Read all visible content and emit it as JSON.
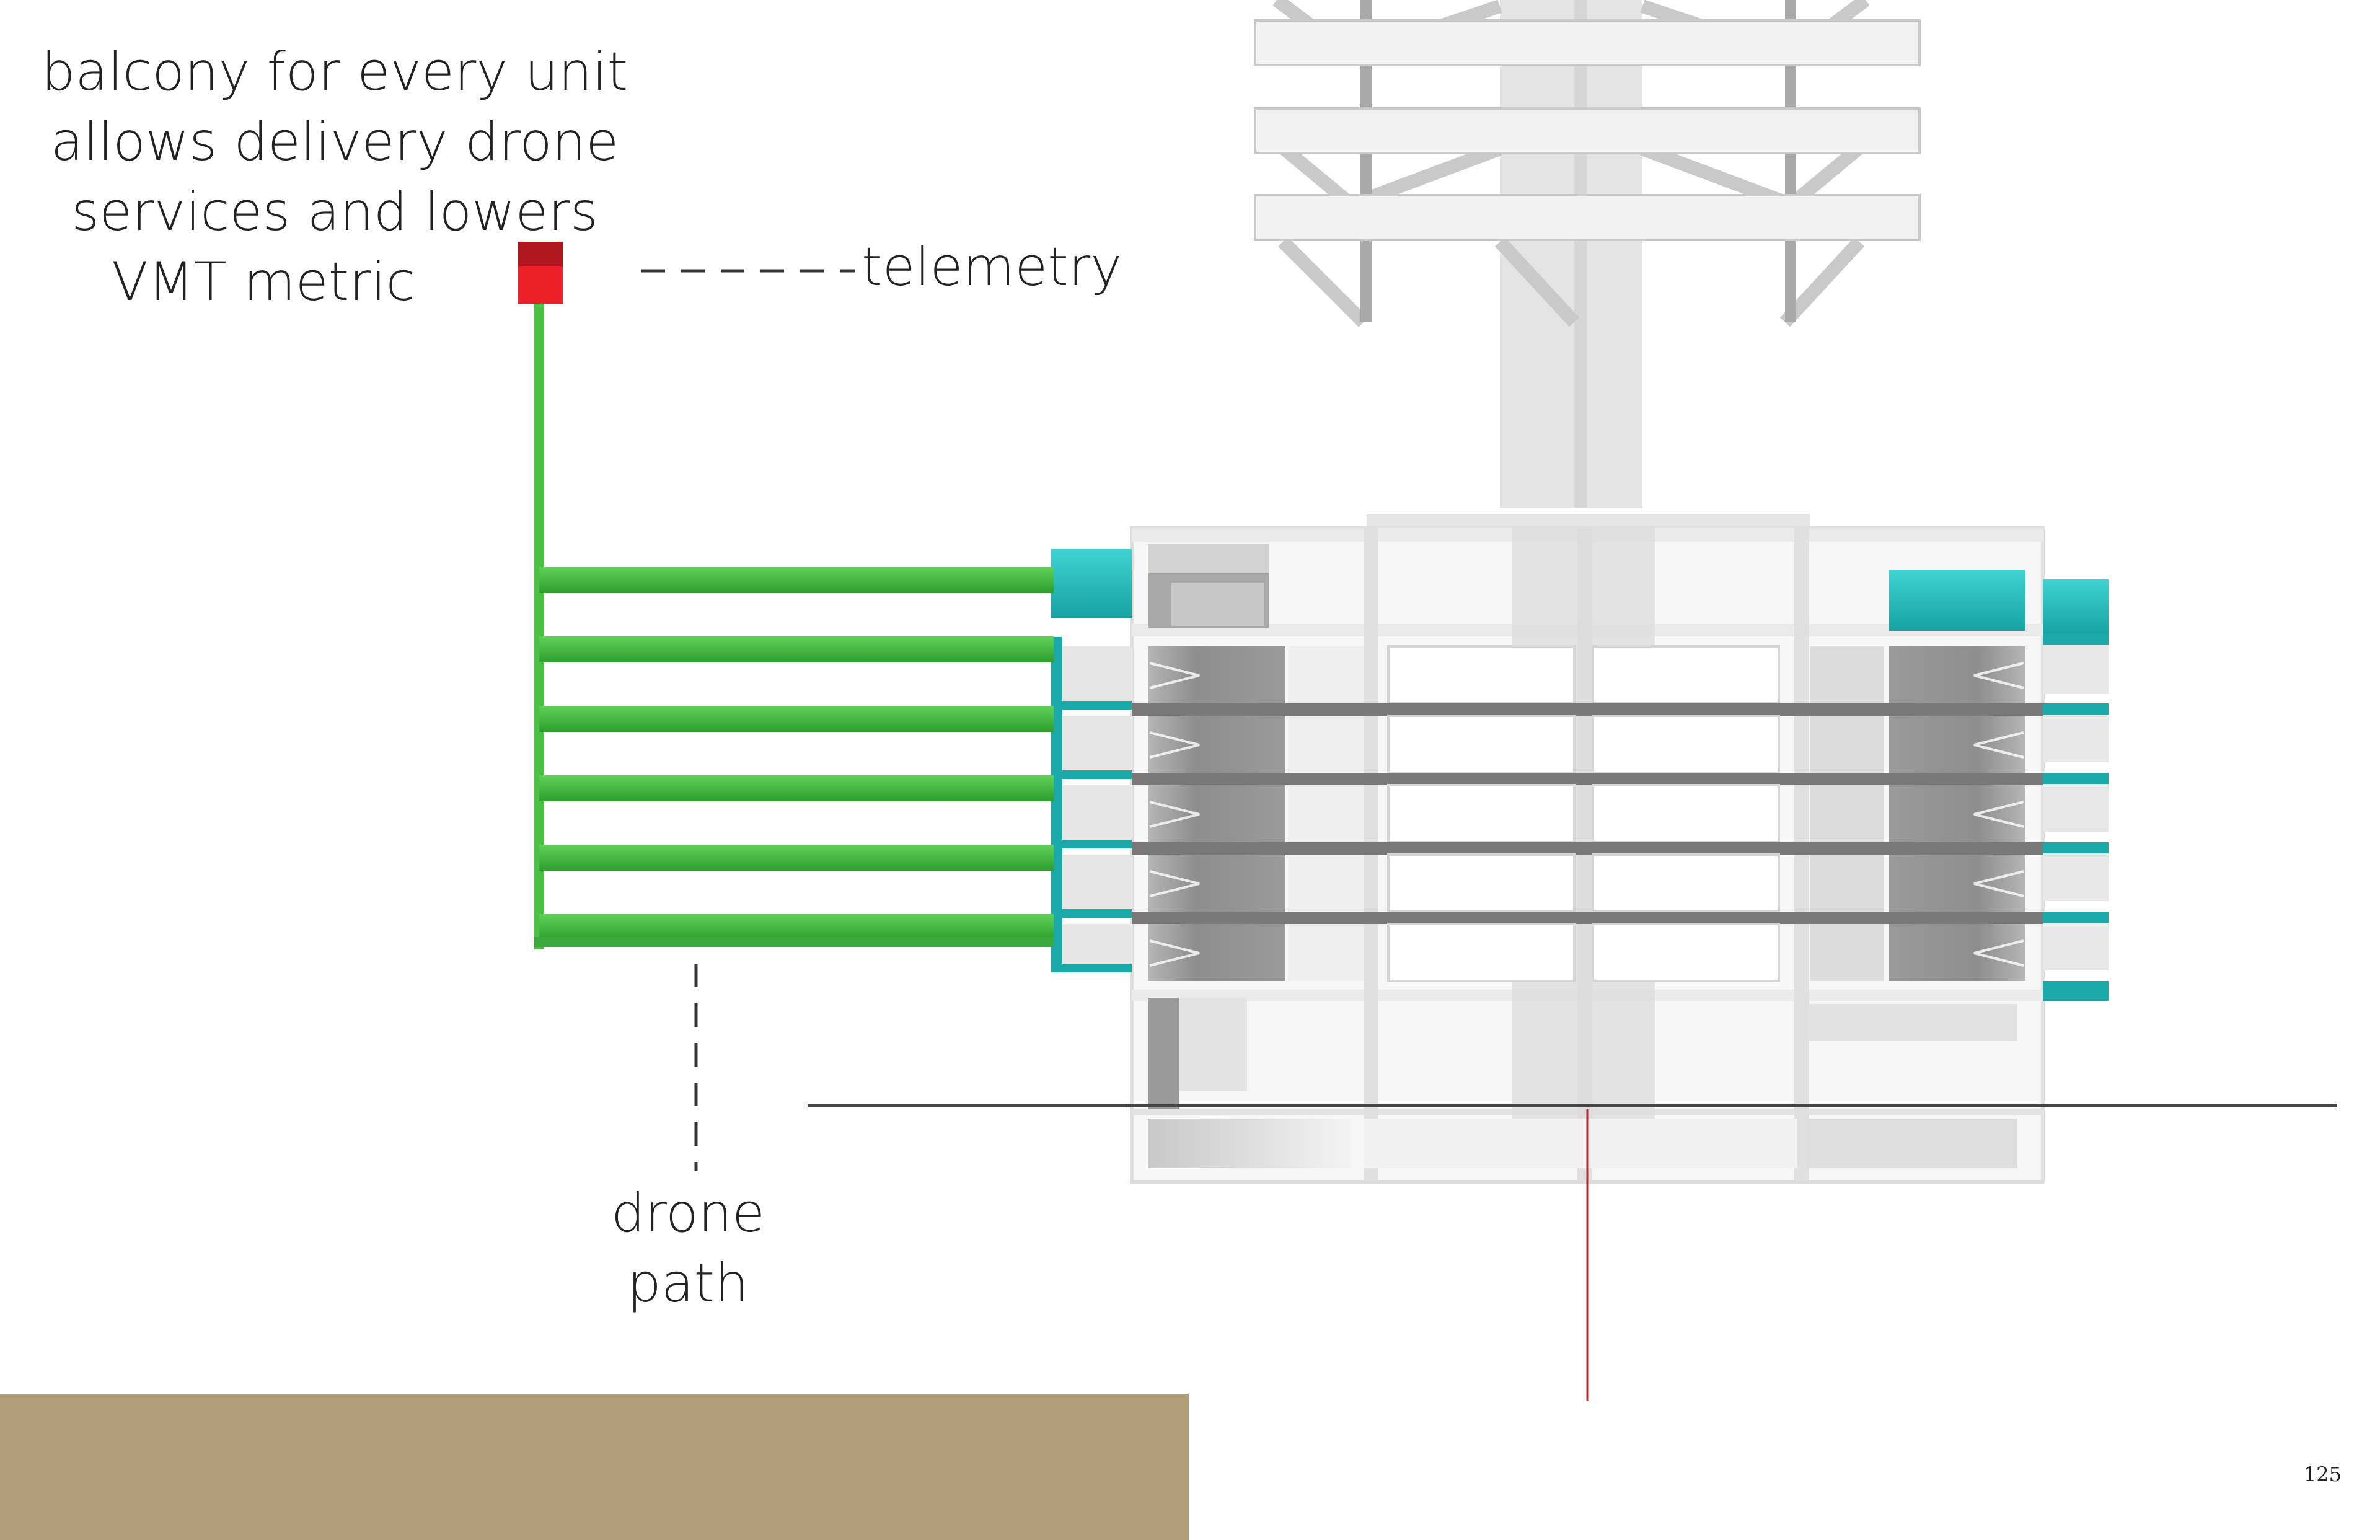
{
  "captions": {
    "balcony_lines": [
      "balcony for every unit",
      "allows delivery drone",
      "services and lowers",
      "VMT metric"
    ],
    "telemetry": "telemetry",
    "drone_lines": [
      "drone",
      "path"
    ]
  },
  "page_number": "125",
  "colors": {
    "drone_path_green": "#3db83d",
    "telemetry_red": "#e8232a",
    "balcony_teal": "#1fb8b8",
    "footer_band": "#b29e7b",
    "structure_grey": "#e6e6e6"
  }
}
